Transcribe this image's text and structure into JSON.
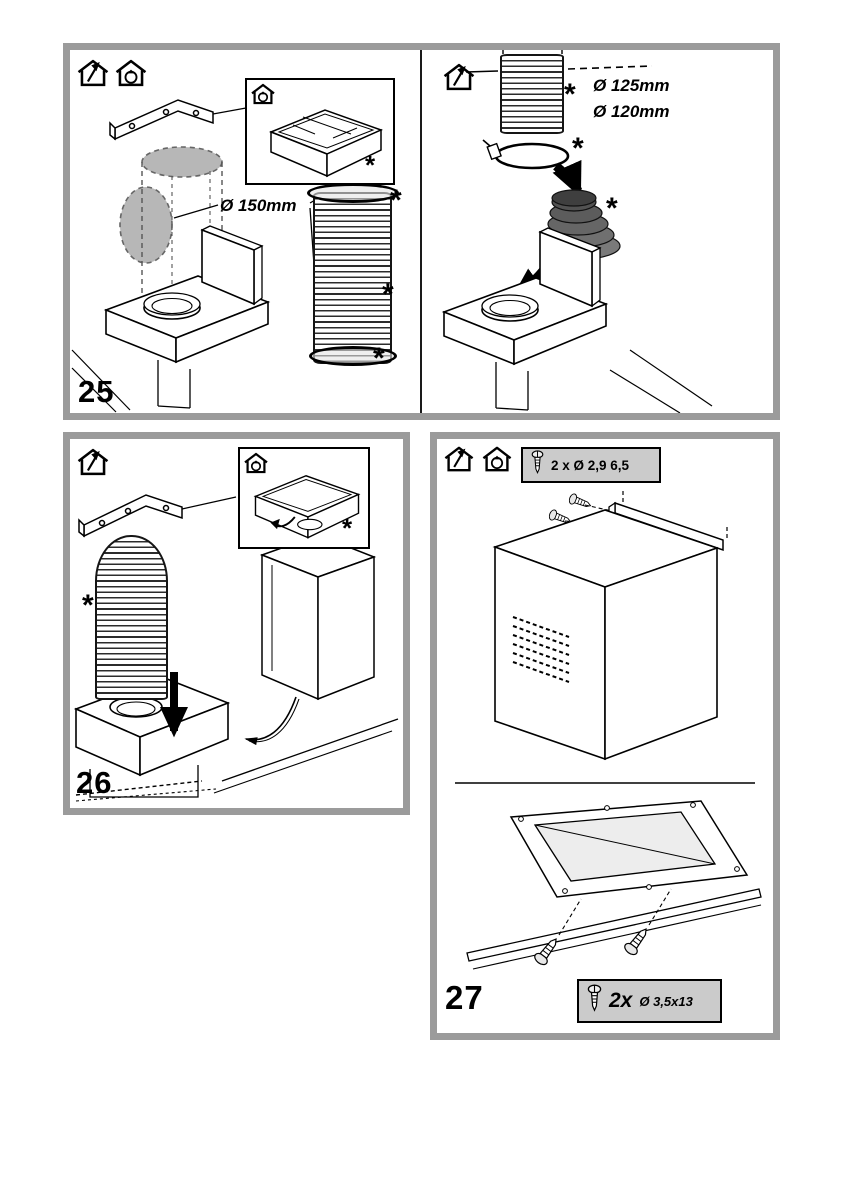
{
  "symbols": {
    "asterisk": "*"
  },
  "steps": {
    "s25": {
      "number": "25",
      "left": {
        "duct_diameter": "Ø 150mm"
      },
      "right": {
        "diameter_top": "Ø 125mm",
        "diameter_bottom": "Ø 120mm"
      }
    },
    "s26": {
      "number": "26"
    },
    "s27": {
      "number": "27",
      "parts_top": {
        "label": "2 x Ø 2,9 6,5"
      },
      "parts_bottom": {
        "qty": "2x",
        "size": "Ø 3,5x13"
      }
    }
  },
  "icons": {
    "vented_house": "house-with-exhaust-arrow",
    "recirc_house": "house-with-recirculation-symbol",
    "screw": "mounting-screw"
  },
  "colors": {
    "panel_border": "#9b9b9b",
    "parts_box_bg": "#cbcbcb",
    "hole_shade": "#b7b7b7",
    "reducer_dark": "#5a5a5a"
  }
}
